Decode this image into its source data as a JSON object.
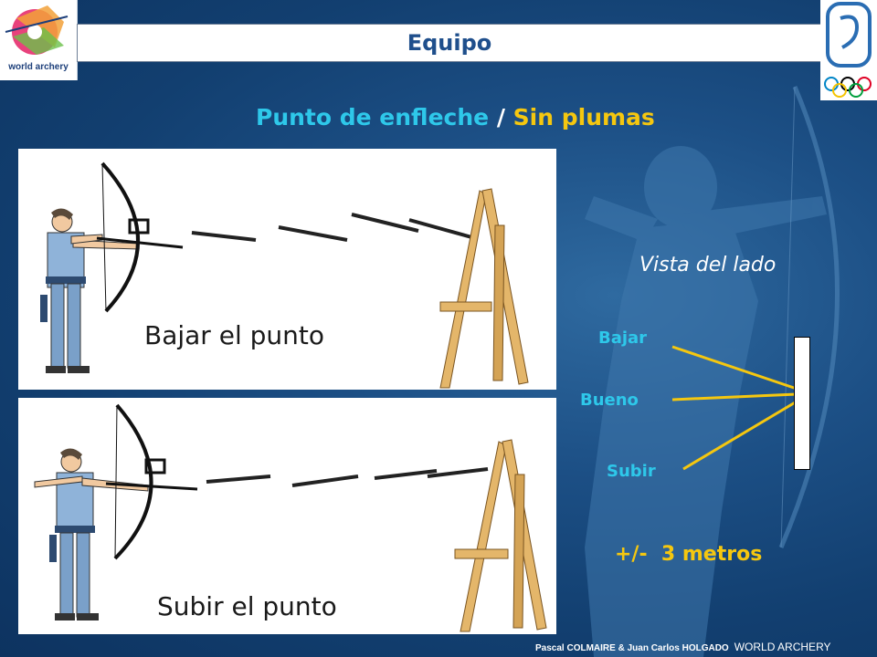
{
  "slide": {
    "title": "Equipo",
    "heading_part1": "Punto de enfleche",
    "heading_separator": " / ",
    "heading_part2": "Sin plumas",
    "logo_left_text": "world archery",
    "colors": {
      "background": "#123f70",
      "heading_cyan": "#2ec8ea",
      "heading_yellow": "#f5c70f",
      "title_blue": "#1f4f8c",
      "indicator_lines": "#f5c70f"
    }
  },
  "panels": [
    {
      "caption": "Bajar el punto",
      "icon": "archer-shooting-low-arrow-illustration"
    },
    {
      "caption": "Subir el punto",
      "icon": "archer-shooting-high-arrow-illustration"
    }
  ],
  "side_view": {
    "label": "Vista del lado",
    "indicators": [
      "Bajar",
      "Bueno",
      "Subir"
    ],
    "distance": "+/-  3 metros"
  },
  "footer": {
    "authors": "Pascal COLMAIRE & Juan Carlos HOLGADO",
    "organization": "WORLD ARCHERY"
  },
  "icons": {
    "logo_left": "world-archery-logo-icon",
    "logo_right": "olympic-rings-logo-icon"
  }
}
